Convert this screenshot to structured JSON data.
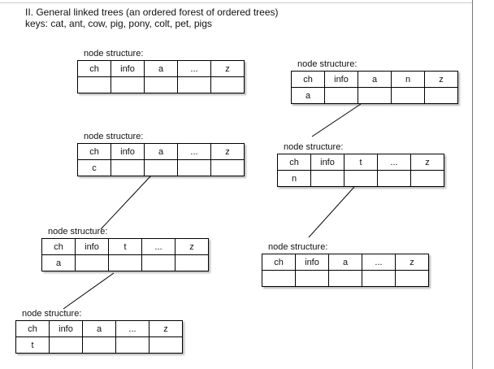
{
  "heading": "II. General linked trees (an ordered forest of ordered trees)",
  "keys_line": "keys: cat, ant, cow, pig, pony, colt, pet, pigs",
  "nodes": [
    {
      "caption": "node structure:",
      "header": [
        "ch",
        "info",
        "a",
        "...",
        "z"
      ],
      "row": [
        "",
        "",
        "",
        "",
        ""
      ]
    },
    {
      "caption": "node structure:",
      "header": [
        "ch",
        "info",
        "a",
        "n",
        "z"
      ],
      "row": [
        "a",
        "",
        "",
        "",
        ""
      ]
    },
    {
      "caption": "node structure:",
      "header": [
        "ch",
        "info",
        "a",
        "...",
        "z"
      ],
      "row": [
        "c",
        "",
        "",
        "",
        ""
      ]
    },
    {
      "caption": "node structure:",
      "header": [
        "ch",
        "info",
        "t",
        "...",
        "z"
      ],
      "row": [
        "n",
        "",
        "",
        "",
        ""
      ]
    },
    {
      "caption": "node structure:",
      "header": [
        "ch",
        "info",
        "t",
        "...",
        "z"
      ],
      "row": [
        "a",
        "",
        "",
        "",
        ""
      ]
    },
    {
      "caption": "node structure:",
      "header": [
        "ch",
        "info",
        "a",
        "...",
        "z"
      ],
      "row": [
        "",
        "",
        "",
        "",
        ""
      ]
    },
    {
      "caption": "node structure:",
      "header": [
        "ch",
        "info",
        "a",
        "...",
        "z"
      ],
      "row": [
        "t",
        "",
        "",
        "",
        ""
      ]
    }
  ]
}
